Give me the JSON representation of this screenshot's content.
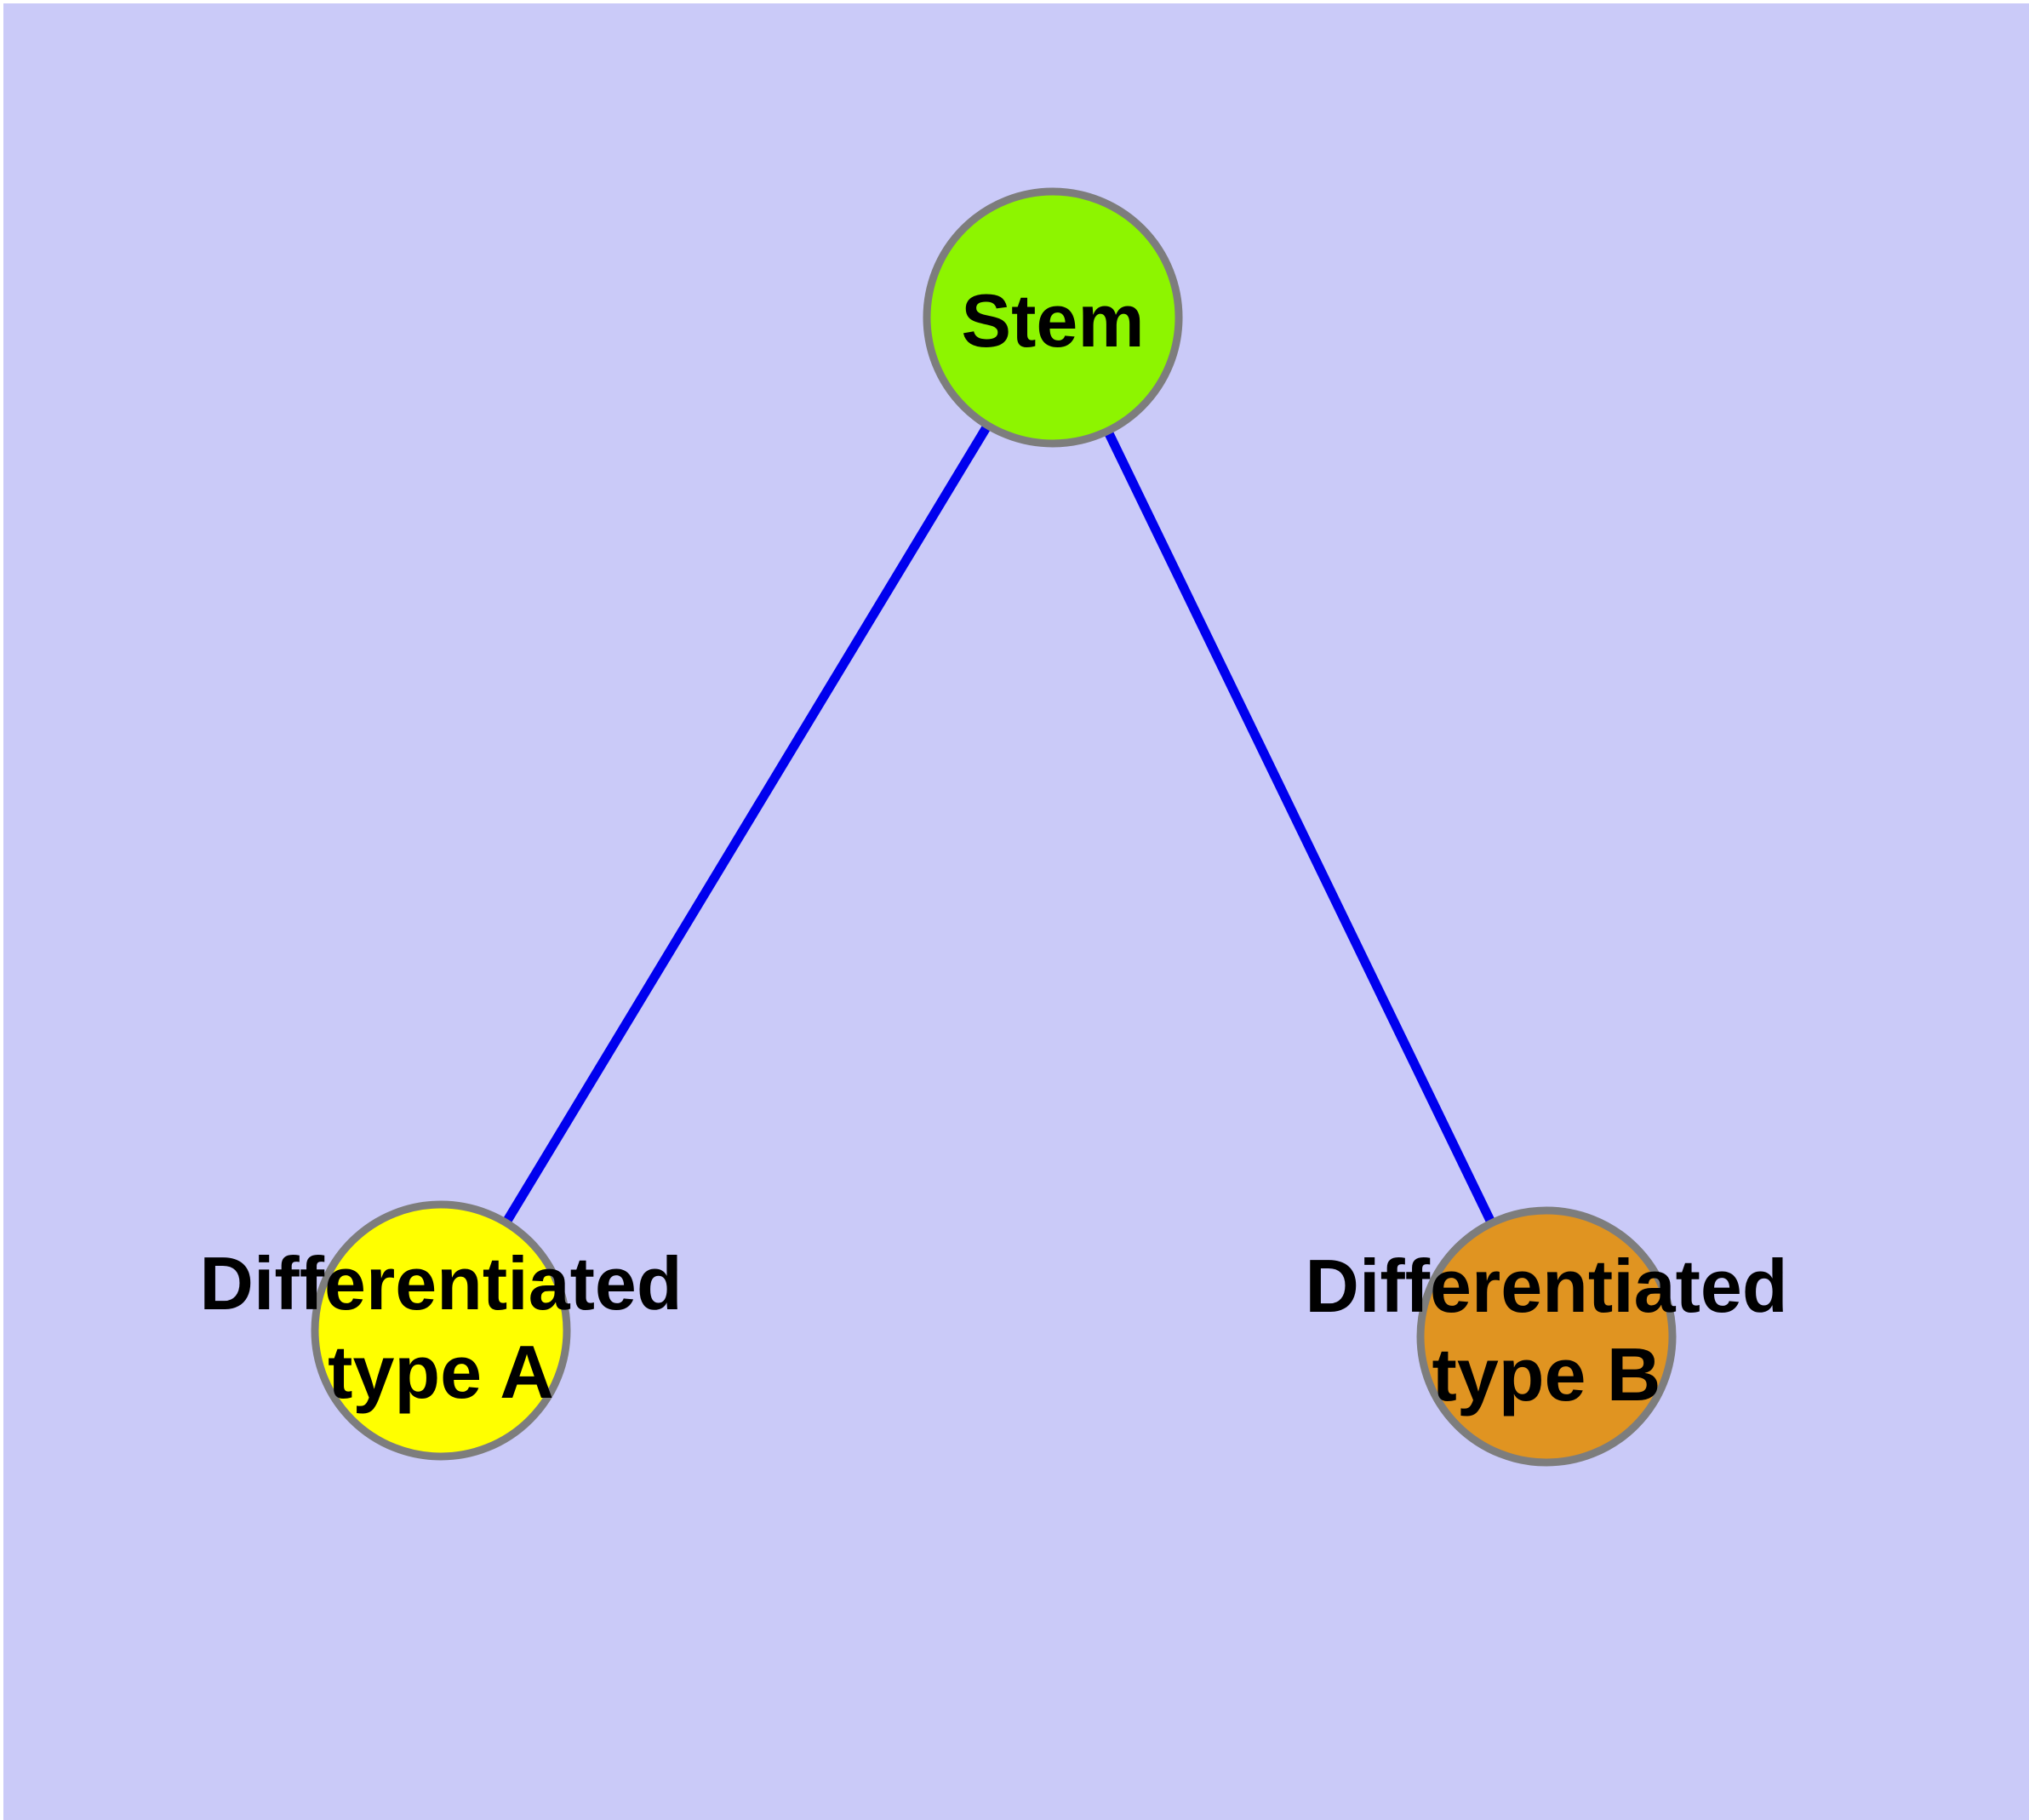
{
  "diagram": {
    "type": "graph",
    "background_color": "#CACAF8",
    "margin_color": "#FFFFFF",
    "edge_color": "#0000EE",
    "node_border_color": "#7D7D7D",
    "text_color": "#000000",
    "nodes": {
      "stem": {
        "label": "Stem",
        "color": "#8DF500"
      },
      "type_a": {
        "label_line1": "Differentiated",
        "label_line2": "type A",
        "color": "#FFFF00"
      },
      "type_b": {
        "label_line1": "Differentiated",
        "label_line2": "type B",
        "color": "#E09421"
      }
    },
    "edges": [
      {
        "from": "stem",
        "to": "type_a"
      },
      {
        "from": "stem",
        "to": "type_b"
      }
    ]
  }
}
